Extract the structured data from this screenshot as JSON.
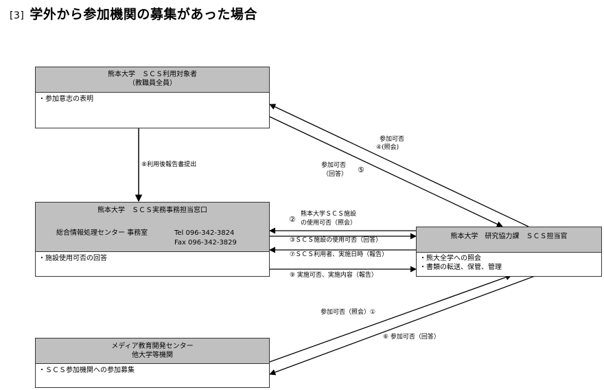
{
  "title": {
    "number": "[3]",
    "text": "学外から参加機関の募集があった場合"
  },
  "boxes": {
    "scs_users": {
      "head_line1": "熊本大学　ＳＣＳ利用対象者",
      "head_line2": "（教職員全員）",
      "body_line1": "・参加意志の表明"
    },
    "window": {
      "head_line1": "熊本大学　ＳＣＳ実務事務担当窓口",
      "head_line2": "総合情報処理センター 事務室",
      "tel": "Tel 096-342-3824",
      "fax": "Fax 096-342-3829",
      "body_line1": "・施設使用可否の回答"
    },
    "officer": {
      "head_line1": "熊本大学　研究協力課　ＳＣＳ担当官",
      "body_line1": "・熊大全学への照会",
      "body_line2": "・書類の転送、保管、管理"
    },
    "media": {
      "head_line1": "メディア教育開発センター",
      "head_line2": "他大学等機関",
      "body_line1": "・ＳＣＳ参加機関への参加募集"
    }
  },
  "labels": {
    "l4_a": "参加可否",
    "l4_b": "④(照会)",
    "l5_a": "参加可否",
    "l5_b": "（回答）",
    "l5_num": "⑤",
    "l8": "⑧利用後報告書提出",
    "l2_a": "熊本大学ＳＣＳ施設",
    "l2_b": "の使用可否（照会）",
    "l2_num": "②",
    "l3": "③ＳＣＳ施設の使用可否（回答）",
    "l7": "⑦ＳＣＳ利用者、実施日時（報告）",
    "l9": "⑨ 実施可否、実施内容（報告）",
    "l1": "参加可否（照会）①",
    "l6": "⑥ 参加可否（回答）"
  }
}
